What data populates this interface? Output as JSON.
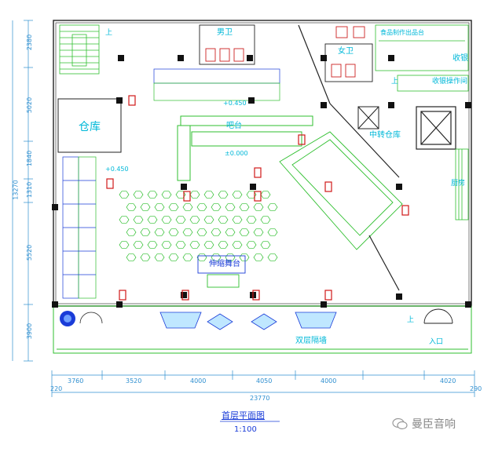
{
  "drawing": {
    "title": "首层平面图",
    "scale": "1:100",
    "watermark": "曼臣音响"
  },
  "room_labels": {
    "male_toilet": "男卫",
    "female_toilet": "女卫",
    "storage": "仓库",
    "transfer_store": "中转仓库",
    "dance_floor": "伸缩舞台",
    "double_glass": "双层隔墙",
    "entrance": "入口",
    "food_counter": "食品制作出品台",
    "cashier": "收银",
    "workstation": "收银操作间",
    "kitchen": "厨房",
    "bar": "吧台",
    "up": "上"
  },
  "elevations": [
    "±0.000",
    "+0.450",
    "+0.450"
  ],
  "dimensions": {
    "bottom_segments": [
      "3760",
      "3520",
      "4000",
      "4050",
      "4000",
      "4020"
    ],
    "bottom_total": "23770",
    "bottom_edges": [
      "220",
      "290"
    ],
    "left_segments": [
      "2380",
      "5020",
      "1840",
      "1310",
      "5520",
      "3900"
    ],
    "left_total": "13270"
  }
}
